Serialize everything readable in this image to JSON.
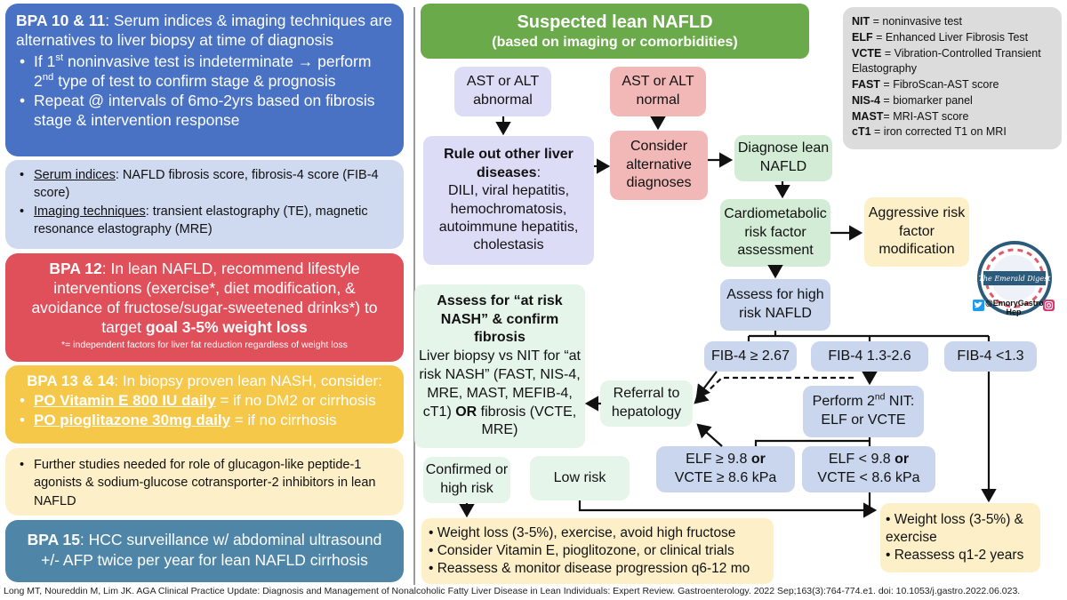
{
  "left": {
    "bpa10": {
      "head": "BPA 10 & 11",
      "head_rest": ": Serum indices & imaging techniques are alternatives to liver biopsy at time of diagnosis",
      "bullets": [
        {
          "a": "If 1",
          "sup": "st",
          "b": " noninvasive test is indeterminate → perform 2",
          "sup2": "nd",
          "c": " type of test to confirm stage & prognosis"
        },
        {
          "text": "Repeat @ intervals of 6mo-2yrs based on fibrosis stage & intervention response"
        }
      ]
    },
    "serum": {
      "items": [
        {
          "label": "Serum indices",
          "rest": ": NAFLD fibrosis score, fibrosis-4 score (FIB-4 score)"
        },
        {
          "label": "Imaging techniques",
          "rest": ": transient elastography (TE), magnetic resonance elastography (MRE)"
        }
      ]
    },
    "bpa12": {
      "head": "BPA 12",
      "text": ": In lean NAFLD, recommend lifestyle interventions (exercise*, diet modification, & avoidance of fructose/sugar-sweetened drinks*) to target ",
      "goal": "goal 3-5% weight loss",
      "note": "*= independent factors for liver fat reduction regardless of weight loss"
    },
    "bpa13": {
      "head": "BPA 13 & 14",
      "head_rest": ": In biopsy proven lean NASH, consider:",
      "items": [
        {
          "label": "PO Vitamin E 800 IU daily",
          "rest": " = if no DM2 or cirrhosis"
        },
        {
          "label": "PO pioglitazone 30mg daily",
          "rest": " = if no cirrhosis"
        }
      ]
    },
    "further": {
      "text": "Further studies needed for role of glucagon-like peptide-1 agonists & sodium-glucose cotransporter-2 inhibitors in lean NAFLD"
    },
    "bpa15": {
      "head": "BPA 15",
      "text": ": HCC surveillance w/ abdominal ultrasound +/- AFP twice per year for lean NAFLD cirrhosis"
    }
  },
  "flow": {
    "title": "Suspected lean NAFLD",
    "subtitle": "(based on imaging or comorbidities)",
    "ast_abnormal": [
      "AST or ALT",
      "abnormal"
    ],
    "ast_normal": [
      "AST or ALT",
      "normal"
    ],
    "rule_out_head": "Rule out other liver diseases",
    "rule_out_body": "DILI, viral hepatitis, hemochromatosis, autoimmune hepatitis, cholestasis",
    "consider_alt": "Consider alternative diagnoses",
    "diagnose": "Diagnose lean NAFLD",
    "cardio": "Cardiometabolic risk factor assessment",
    "aggressive": "Aggressive risk factor modification",
    "assess_high": "Assess for high risk NAFLD",
    "fib_high": "FIB-4 ≥ 2.67",
    "fib_mid": "FIB-4 1.3-2.6",
    "fib_low": "FIB-4 <1.3",
    "perform_a": "Perform 2",
    "perform_sup": "nd",
    "perform_b": " NIT:",
    "perform_c": "ELF or VCTE",
    "referral": "Referral to hepatology",
    "elf_high_a": "ELF ≥ 9.8 ",
    "elf_high_or": "or",
    "elf_high_b": "VCTE ≥ 8.6 kPa",
    "elf_low_a": "ELF < 9.8 ",
    "elf_low_or": "or",
    "elf_low_b": "VCTE < 8.6 kPa",
    "atrisk_head": "Assess for “at risk NASH” & confirm fibrosis",
    "atrisk_body": "Liver biopsy vs NIT for “at risk NASH” (FAST, NIS-4, MRE, MAST, MEFIB-4, cT1) ",
    "atrisk_or": "OR",
    "atrisk_tail": " fibrosis (VCTE, MRE)",
    "confirmed": "Confirmed or high risk",
    "low_risk": "Low risk",
    "bottom_mid": [
      "Weight loss (3-5%), exercise, avoid high fructose",
      "Consider Vitamin E, pioglitozone, or clinical trials",
      "Reassess & monitor disease progression q6-12 mo"
    ],
    "bottom_right": [
      "Weight loss (3-5%) & exercise",
      "Reassess q1-2 years"
    ]
  },
  "legend": [
    {
      "k": "NIT",
      "v": " = noninvasive test"
    },
    {
      "k": "ELF",
      "v": " = Enhanced Liver Fibrosis Test"
    },
    {
      "k": "VCTE",
      "v": " = Vibration-Controlled Transient Elastography"
    },
    {
      "k": "FAST",
      "v": " = FibroScan-AST score"
    },
    {
      "k": "NIS-4",
      "v": " = biomarker panel"
    },
    {
      "k": "MAST",
      "v": "= MRI-AST score"
    },
    {
      "k": "cT1",
      "v": " = iron corrected T1 on MRI"
    }
  ],
  "logo": {
    "text": "The Emerald Digest",
    "handle": "@EmoryGastro",
    "handle2": "Hep"
  },
  "citation": "Long MT, Noureddin M, Lim JK. AGA Clinical Practice Update: Diagnosis and Management of Nonalcoholic Fatty Liver Disease in Lean Individuals: Expert Review. Gastroenterology. 2022 Sep;163(3):764-774.e1. doi: 10.1053/j.gastro.2022.06.023.",
  "colors": {
    "blue": "#4a72c4",
    "lightblue": "#cfd9ef",
    "red": "#e0505a",
    "yellow": "#f5c84a",
    "cream": "#fdf0c8",
    "teal": "#4f86a8",
    "green": "#6aaa4a",
    "lavender": "#dcdcf6",
    "pink": "#f2b8b8",
    "mint": "#d2ecd5",
    "mint2": "#e6f5ea",
    "bluebox": "#c9d6ee",
    "peach": "#fdf0c8",
    "gray": "#dcdcdc"
  }
}
